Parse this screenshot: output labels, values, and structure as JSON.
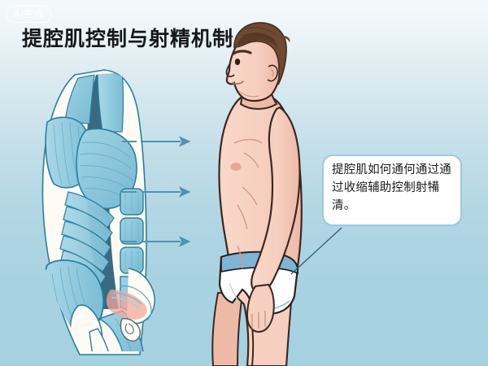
{
  "watermark": {
    "label": "AI生成",
    "name": "ai-generated-badge"
  },
  "header": {
    "title": "提腔肌控制与射精机制"
  },
  "callout": {
    "text": "提腔肌如何通何通过通过收缩辅助控制射犕清。",
    "lines": [
      "提腔肌如何通何通过",
      "通过收缩辅助控制射",
      "犕清。"
    ],
    "border_color": "#9cc9da",
    "background_color": "#ffffff"
  },
  "illustration": {
    "anatomy_diagram": {
      "name": "male-pelvic-muscle-anatomy-side-view",
      "muscle_fill": "#8fc9dd",
      "muscle_fill_light": "#a9d6e6",
      "muscle_outline": "#2a7f9e",
      "fascia_color": "#fdfbf4",
      "shadow_color": "#17506b",
      "highlight_color": "#f0a79b"
    },
    "arrows": {
      "name": "pointer-arrows",
      "count": 3,
      "color": "#4d93b2",
      "direction": "right",
      "positions_y": [
        174,
        236,
        297
      ]
    },
    "male_figure": {
      "name": "standing-male-figure-profile",
      "skin_color": "#f6cfc0",
      "skin_shadow": "#edb8a7",
      "outline_color": "#3c2722",
      "hair_color": "#6f4a33",
      "hair_shadow": "#5a3a27",
      "underwear_color": "#fefefe",
      "waistband_color": "#7fb4d6",
      "facing": "left"
    },
    "leader_line": {
      "name": "callout-leader-line",
      "color": "#2f5f78"
    }
  },
  "colors": {
    "background_top": "#f4f8fa",
    "background_bottom": "#a6d1e0",
    "title_color": "#17181a"
  }
}
